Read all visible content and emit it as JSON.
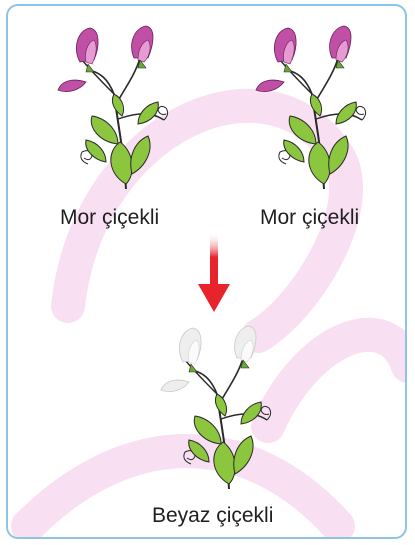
{
  "panels": [
    {
      "label": "Mor çiçekli",
      "flower": "purple-sweet-pea",
      "color": "#c04fa6"
    },
    {
      "label": "Mor çiçekli",
      "flower": "purple-sweet-pea",
      "color": "#c04fa6"
    },
    {
      "label": "Beyaz çiçekli",
      "flower": "white-sweet-pea",
      "color": "#f1f1f1"
    }
  ],
  "arrow": {
    "icon": "arrow-down-icon",
    "color": "#e8232c"
  },
  "colors": {
    "border": "#8fc3e6",
    "leaf": "#8cc63f",
    "watermark": "#f7d6ee"
  }
}
